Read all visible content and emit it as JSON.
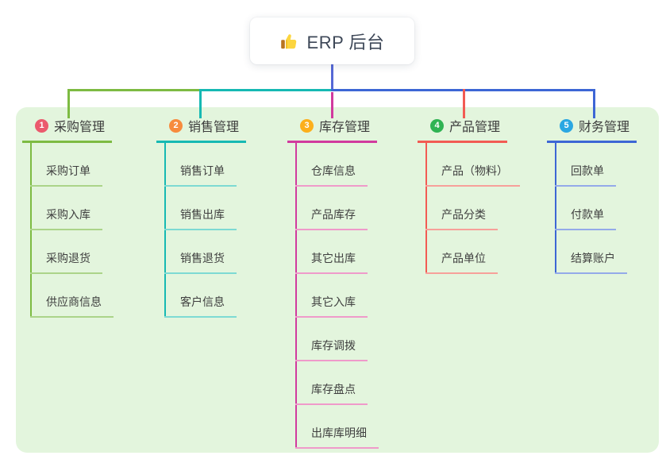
{
  "root": {
    "title": "ERP 后台",
    "icon": "thumbs-up-icon"
  },
  "colors": {
    "canvas": "#ffffff",
    "panel_background": "#e3f5dd",
    "root_line": "#5668d6",
    "root_text": "#3d4757",
    "node_text": "#3f3f3f",
    "badge_text": "#ffffff"
  },
  "branches": [
    {
      "num": "1",
      "label": "采购管理",
      "badge_color": "#eb5a6d",
      "line_color": "#7dbb42",
      "child_line_color": "#abd489",
      "children": [
        "采购订单",
        "采购入库",
        "采购退货",
        "供应商信息"
      ]
    },
    {
      "num": "2",
      "label": "销售管理",
      "badge_color": "#f78b3d",
      "line_color": "#16b9b3",
      "child_line_color": "#7ddad3",
      "children": [
        "销售订单",
        "销售出库",
        "销售退货",
        "客户信息"
      ]
    },
    {
      "num": "3",
      "label": "库存管理",
      "badge_color": "#fcaf1b",
      "line_color": "#d13a9e",
      "child_line_color": "#ef9aca",
      "children": [
        "仓库信息",
        "产品库存",
        "其它出库",
        "其它入库",
        "库存调拨",
        "库存盘点",
        "出库库明细"
      ]
    },
    {
      "num": "4",
      "label": "产品管理",
      "badge_color": "#2fb353",
      "line_color": "#f25b53",
      "child_line_color": "#f7a09a",
      "children": [
        "产品（物料）",
        "产品分类",
        "产品单位"
      ]
    },
    {
      "num": "5",
      "label": "财务管理",
      "badge_color": "#2aa7e2",
      "line_color": "#3d66d5",
      "child_line_color": "#94aae9",
      "children": [
        "回款单",
        "付款单",
        "结算账户"
      ]
    }
  ]
}
